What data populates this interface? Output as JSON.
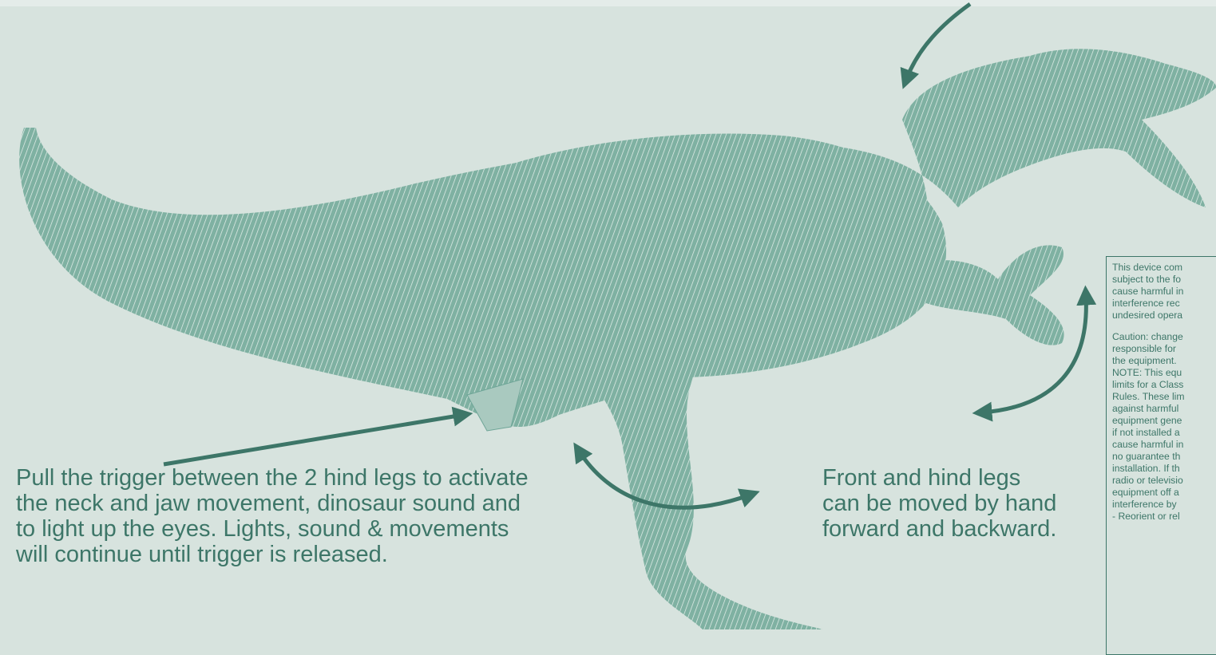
{
  "instructions": {
    "trigger_lines": [
      "Pull the trigger between the 2 hind legs to activate",
      "the neck and jaw movement, dinosaur sound and",
      "to light up the eyes. Lights, sound & movements",
      "will continue until trigger is released."
    ],
    "legs_lines": [
      "Front and hind legs",
      "can be moved by hand",
      "forward and backward."
    ]
  },
  "fcc_notice": {
    "paragraph1_lines": [
      "This device com",
      "subject to the fo",
      "cause harmful in",
      "interference rec",
      "undesired opera"
    ],
    "paragraph2_lines": [
      "Caution: change",
      "responsible for",
      "the equipment.",
      "NOTE: This equ",
      "limits for a Class",
      "Rules. These lim",
      "against harmful",
      "equipment gene",
      "if not installed a",
      "cause harmful in",
      "no guarantee th",
      "installation. If th",
      "radio or televisio",
      "equipment off a",
      "interference by",
      "- Reorient or rel"
    ]
  },
  "colors": {
    "background": "#d7e3de",
    "accent": "#3d7668",
    "dinosaur": "#4a8c7a"
  },
  "illustration": {
    "subject": "dinosaur-figure",
    "arrow_icons": [
      "neck-arrow-icon",
      "trigger-arrow-icon",
      "front-leg-arrow-icon",
      "hind-leg-arrow-icon"
    ]
  }
}
